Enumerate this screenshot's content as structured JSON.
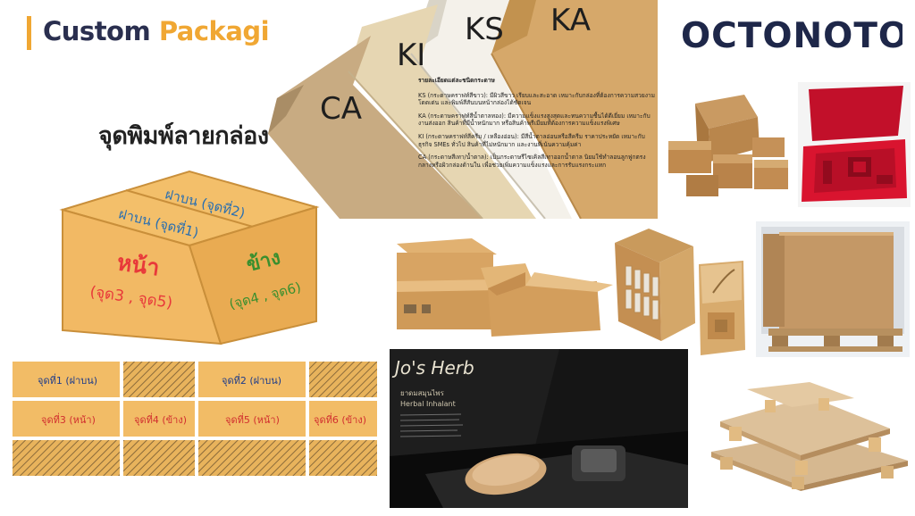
{
  "header": {
    "title_word1": "Custom",
    "title_word2": "Packaging",
    "logo_text": "OCTONOTO"
  },
  "boards": {
    "labels": [
      "CA",
      "KI",
      "KS",
      "KA"
    ],
    "spec_heading": "รายละเอียดแต่ละชนิดกระดาษ",
    "spec_items": [
      "KS (กระดาษคราฟท์สีขาว): มีผิวสีขาว เรียบและสะอาด เหมาะกับกล่องที่ต้องการความสวยงาม โดดเด่น และพิมพ์สีสันบนหน้ากล่องได้ชัดเจน",
      "KA (กระดาษคราฟท์สีน้ำตาลทอง): มีความแข็งแรงสูงสุดและทนความชื้นได้ดีเยี่ยม เหมาะกับงานส่งออก สินค้าที่มีน้ำหนักมาก หรือสินค้าพรีเมียมที่ต้องการความแข็งแรงพิเศษ",
      "KI (กระดาษคราฟท์สีครีม / เหลืองอ่อน): มีสีน้ำตาลอ่อนหรือสีครีม ราคาประหยัด เหมาะกับธุรกิจ SMEs ทั่วไป สินค้าที่ไม่หนักมาก และงานที่เน้นความคุ้มค่า",
      "CA (กระดาษสีเทา/น้ำตาล): เป็นกระดาษรีไซเคิลสีเทาออกน้ำตาล นิยมใช้ทำลอนลูกฟูกตรงกลางหรือผิวกล่องด้านใน เพื่อช่วยเพิ่มความแข็งแรงและการรับแรงกระแทก"
    ]
  },
  "box_diagram": {
    "heading": "จุดพิมพ์ลายกล่อง",
    "top_outer": "ฝาบน (จุดที่2)",
    "top_inner": "ฝาบน (จุดที่1)",
    "front_title": "หน้า",
    "front_sub": "(จุด3 , จุด5)",
    "side_title": "ข้าง",
    "side_sub": "(จุด4 , จุด6)",
    "colors": {
      "front": "#e8393a",
      "side": "#3a8f2e",
      "top": "#2a6fb0",
      "cardboard": "#f0b860"
    }
  },
  "dieline": {
    "flap1": "จุดที่1 (ฝาบน)",
    "flap2": "จุดที่2 (ฝาบน)",
    "panel3": "จุดที่3 (หน้า)",
    "panel4": "จุดที่4 (ข้าง)",
    "panel5": "จุดที่5 (หน้า)",
    "panel6": "จุดที่6 (ข้าง)"
  },
  "photos": {
    "herbal_brand": "Jo's Herb",
    "herbal_thai": "ยาดมสมุนไพร",
    "herbal_en": "Herbal Inhalant"
  }
}
